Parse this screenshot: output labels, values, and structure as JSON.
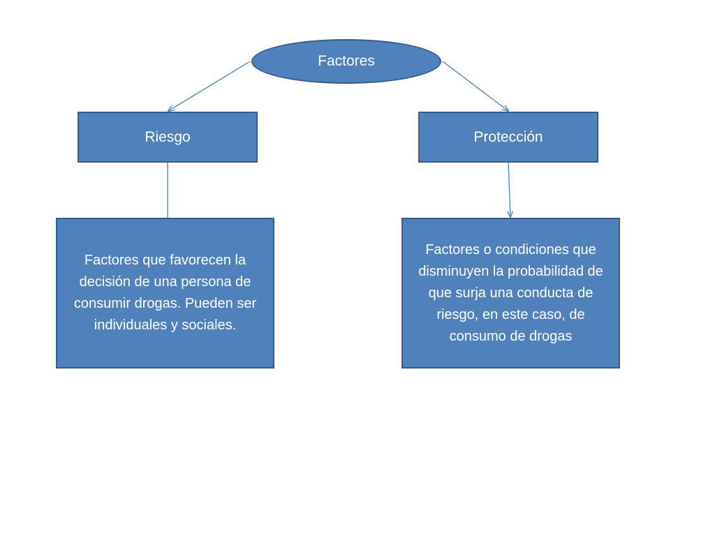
{
  "diagram": {
    "root": {
      "label": "Factores"
    },
    "branches": [
      {
        "label": "Riesgo",
        "description": "Factores que favorecen la decisión de una persona de consumir drogas.  Pueden ser individuales y sociales."
      },
      {
        "label": "Protección",
        "description": "Factores o condiciones que disminuyen la probabilidad de que surja una conducta de riesgo, en este caso, de consumo de drogas"
      }
    ],
    "colors": {
      "node_fill": "#4f81bd",
      "node_border": "#385d8a",
      "connector": "#4a7ebb",
      "text": "#ffffff"
    }
  }
}
